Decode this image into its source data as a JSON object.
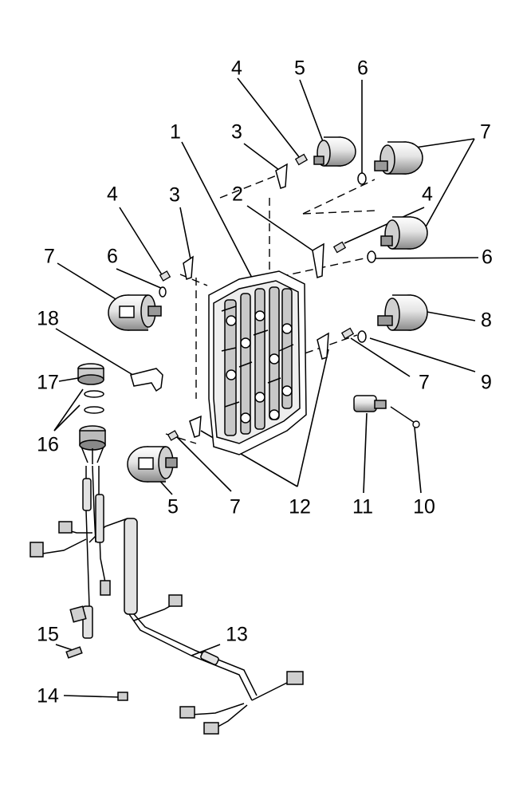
{
  "callouts": {
    "c1": "1",
    "c2": "2",
    "c3a": "3",
    "c3b": "3",
    "c4a": "4",
    "c4b": "4",
    "c4c": "4",
    "c5a": "5",
    "c5b": "5",
    "c6a": "6",
    "c6b": "6",
    "c6c": "6",
    "c7a": "7",
    "c7b": "7",
    "c7c": "7",
    "c7d": "7",
    "c8": "8",
    "c9": "9",
    "c10": "10",
    "c11": "11",
    "c12": "12",
    "c13": "13",
    "c14": "14",
    "c15": "15",
    "c16": "16",
    "c17": "17",
    "c18": "18"
  },
  "colors": {
    "line": "#000000",
    "background": "#ffffff",
    "shade": "#bdbdbd"
  }
}
